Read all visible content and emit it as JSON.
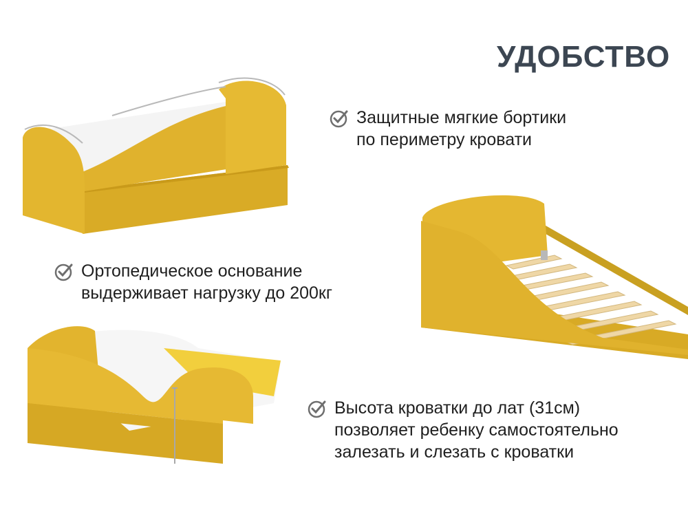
{
  "title": "УДОБСТВО",
  "colors": {
    "title": "#3c4652",
    "text": "#1f1f1f",
    "check": "#6e6e6e",
    "fabric": "#e3b62f",
    "fabric_dark": "#c99a1a",
    "slat": "#efd7a6"
  },
  "features": [
    {
      "icon": "check-circle-icon",
      "lines": [
        "Защитные мягкие бортики",
        "по периметру кровати"
      ]
    },
    {
      "icon": "check-circle-icon",
      "lines": [
        "Ортопедическое основание",
        "выдерживает нагрузку до 200кг"
      ]
    },
    {
      "icon": "check-circle-icon",
      "lines": [
        "Высота кроватки до лат (31см)",
        "позволяет ребенку самостоятельно",
        "залезать и слезать с кроватки"
      ]
    }
  ]
}
